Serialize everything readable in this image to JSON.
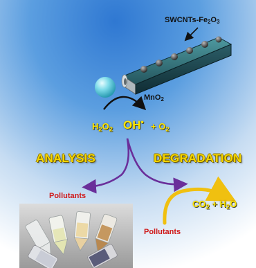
{
  "labels": {
    "composite": "SWCNTs-Fe",
    "composite_sub": "2",
    "composite_mid": "O",
    "composite_sub2": "3",
    "shell": "MnO",
    "shell_sub": "2",
    "reaction_h2o2_a": "H",
    "reaction_h2o2_sub1": "2",
    "reaction_h2o2_b": "O",
    "reaction_h2o2_sub2": "2",
    "reaction_oh": "OH",
    "reaction_oh_sup": "•",
    "reaction_o2_a": "+ O",
    "reaction_o2_sub": "2",
    "analysis": "ANALYSIS",
    "degradation": "DEGRADATION",
    "pollutants_left": "Pollutants",
    "pollutants_right": "Pollutants",
    "product_co2_a": "CO",
    "product_co2_sub": "2",
    "product_plus": " + H",
    "product_h2o_sub": "2",
    "product_h2o_b": "O"
  },
  "colors": {
    "background_top": "#2f78d2",
    "background_bottom": "#ffffff",
    "title_yellow": "#f5d600",
    "pollutant_red": "#d01a1a",
    "arrow_purple": "#6a2f9a",
    "arrow_yellow": "#f0c010",
    "tube_teal": "#2f6f78",
    "bubble_cyan": "#6fd8e8"
  }
}
